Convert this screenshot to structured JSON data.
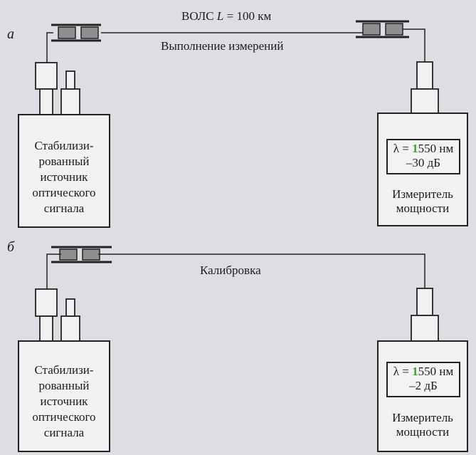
{
  "panels": [
    {
      "letter": "а",
      "fiber_label_prefix": "ВОЛС ",
      "fiber_label_var": "L",
      "fiber_label_suffix": " = 100 км",
      "caption": "Выполнение измерений",
      "source_lines": [
        "Стабилизи-",
        "рованный",
        "источник",
        "оптического",
        "сигнала"
      ],
      "display_lambda": "λ = ",
      "display_digit": "1",
      "display_wavelength": "550 нм",
      "display_power": "–30 дБ",
      "meter_lines": [
        "Измеритель",
        "мощности"
      ]
    },
    {
      "letter": "б",
      "caption": "Калибровка",
      "source_lines": [
        "Стабилизи-",
        "рованный",
        "источник",
        "оптического",
        "сигнала"
      ],
      "display_lambda": "λ = ",
      "display_digit": "1",
      "display_wavelength": "550 нм",
      "display_power": "–2 дБ",
      "meter_lines": [
        "Измеритель",
        "мощности"
      ]
    }
  ],
  "colors": {
    "page": "#dcdee4",
    "ink": "#1c1c1c",
    "device_fill": "#f2f2f2",
    "connector_fill": "#8f8f8f",
    "digit_highlight": "#4a9a3a"
  }
}
